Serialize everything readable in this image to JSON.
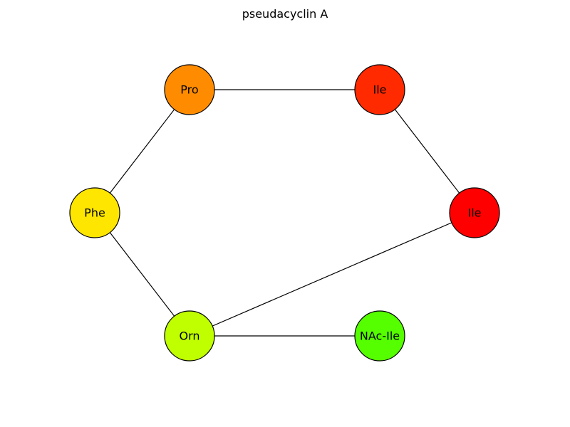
{
  "diagram": {
    "title": "pseudacyclin A",
    "nodes": [
      {
        "id": "pro",
        "label": "Pro",
        "color": "#ff8c00"
      },
      {
        "id": "ile1",
        "label": "Ile",
        "color": "#ff2a00"
      },
      {
        "id": "phe",
        "label": "Phe",
        "color": "#ffe600"
      },
      {
        "id": "ile2",
        "label": "Ile",
        "color": "#ff0000"
      },
      {
        "id": "orn",
        "label": "Orn",
        "color": "#bfff00"
      },
      {
        "id": "nacile",
        "label": "NAc-Ile",
        "color": "#55ff00"
      }
    ],
    "edges": [
      {
        "from": "pro",
        "to": "ile1"
      },
      {
        "from": "ile1",
        "to": "ile2"
      },
      {
        "from": "ile2",
        "to": "orn"
      },
      {
        "from": "orn",
        "to": "nacile"
      },
      {
        "from": "orn",
        "to": "phe"
      },
      {
        "from": "phe",
        "to": "pro"
      }
    ]
  }
}
